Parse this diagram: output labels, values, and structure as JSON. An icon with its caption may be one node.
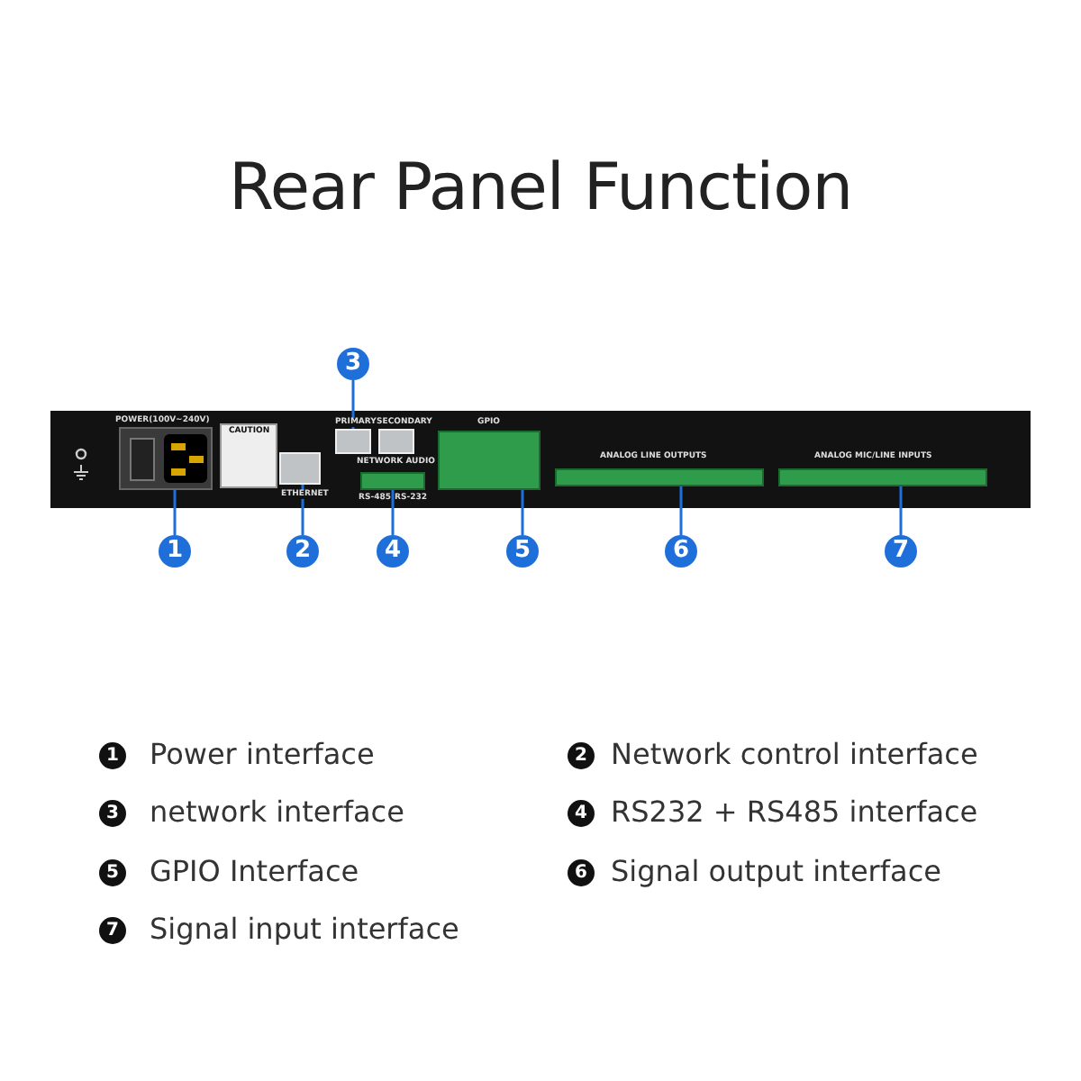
{
  "diagram": {
    "title": "Rear Panel Function",
    "nodes": [
      {
        "text": [
          "1"
        ]
      },
      {
        "text": [
          "2"
        ]
      },
      {
        "text": [
          "3"
        ]
      },
      {
        "text": [
          "4"
        ]
      },
      {
        "text": [
          "5"
        ]
      },
      {
        "text": [
          "6"
        ]
      },
      {
        "text": [
          "7"
        ]
      },
      {
        "text": [],
        "shape": "picture",
        "beside": [
          "POWER(100V~240V)"
        ]
      },
      {
        "text": [],
        "shape": "box",
        "beside": [
          "ETHERNET"
        ]
      },
      {
        "text": [],
        "shape": "box",
        "beside": [
          "PRIMARY"
        ]
      },
      {
        "text": [],
        "shape": "box",
        "beside": [
          "SECONDARY"
        ]
      },
      {
        "text": [],
        "shape": "box",
        "beside": [
          "RS-485",
          "RS-232"
        ]
      },
      {
        "text": [],
        "shape": "box",
        "beside": [
          "GPIO"
        ]
      },
      {
        "text": [],
        "shape": "box",
        "beside": [
          "ANALOG LINE OUTPUTS"
        ]
      },
      {
        "text": [],
        "shape": "box",
        "beside": [
          "ANALOG MIC/LINE INPUTS"
        ]
      }
    ],
    "edges": [
      {
        "from": 0,
        "to": 7,
        "arrow": "none"
      },
      {
        "from": 1,
        "to": 8,
        "arrow": "none"
      },
      {
        "from": 2,
        "to": 9,
        "arrow": "none"
      },
      {
        "from": 3,
        "to": 11,
        "arrow": "none"
      },
      {
        "from": 4,
        "to": 12,
        "arrow": "none"
      },
      {
        "from": 5,
        "to": 13,
        "arrow": "none"
      },
      {
        "from": 6,
        "to": 14,
        "arrow": "none"
      }
    ],
    "labels": [
      "CAUTION",
      "NETWORK AUDIO",
      "1",
      "Power interface",
      "2",
      "Network control interface",
      "3",
      "network interface",
      "4",
      "RS232 + RS485 interface",
      "5",
      "GPIO Interface",
      "6",
      "Signal output interface",
      "7",
      "Signal input interface"
    ]
  }
}
